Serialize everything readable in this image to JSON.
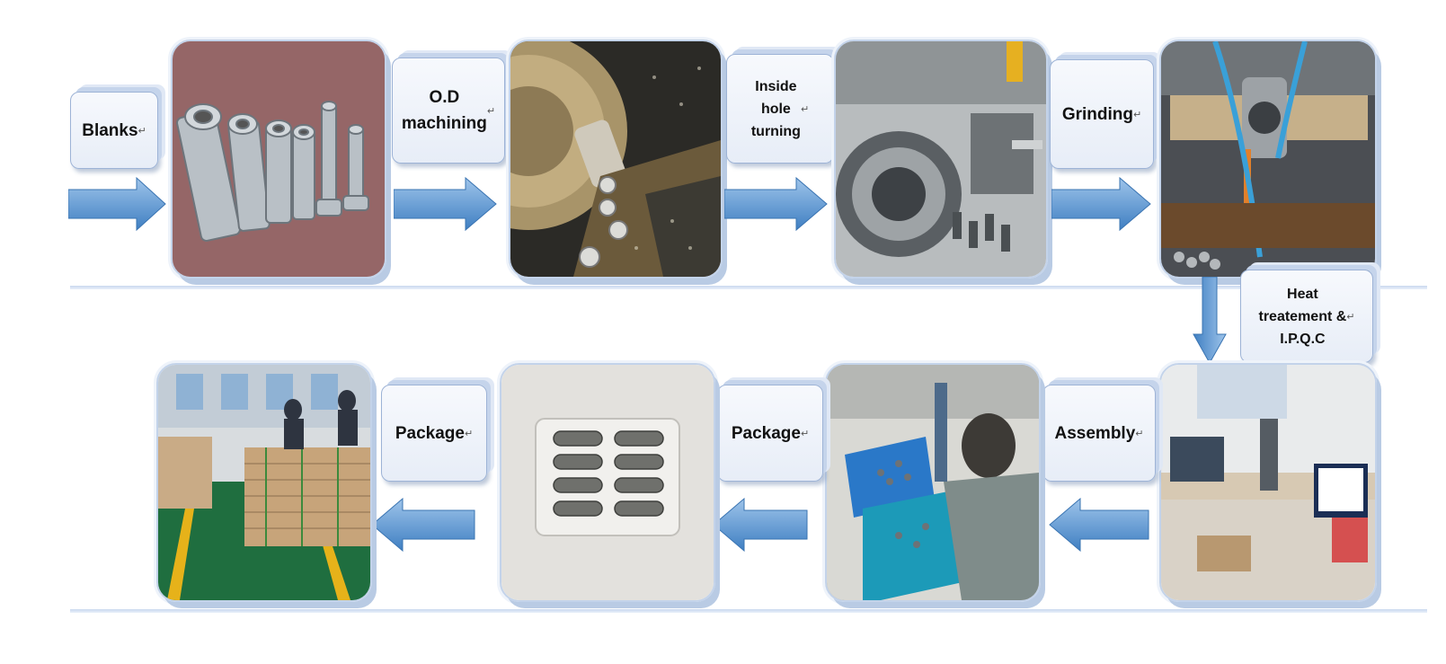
{
  "steps": {
    "blanks": "Blanks",
    "od_machining": "O.D\nmachining",
    "inside_hole_turning": "Inside\nhole\nturning",
    "grinding": "Grinding",
    "heat_treatment": "Heat\ntreatement &\nI.P.Q.C",
    "assembly": "Assembly",
    "package_1": "Package",
    "package_2": "Package"
  },
  "return_mark": "↵",
  "colors": {
    "arrow": "#4e8ccc",
    "arrow_light": "#9ec4ea",
    "box_border": "#9db3d6",
    "separator": "#c9d8ef"
  },
  "icons": {
    "flow_arrow": "right-arrow-icon",
    "return_arrow": "left-arrow-icon",
    "down_arrow": "down-arrow-icon"
  }
}
